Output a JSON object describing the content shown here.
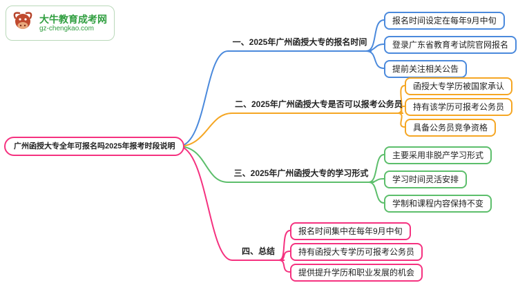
{
  "logo": {
    "title": "大牛教育成考网",
    "subtitle": "gz-chengkao.com",
    "brand_color": "#2f9e3f"
  },
  "root": {
    "label": "广州函授大专全年可报名吗2025年报考时段说明",
    "color": "#f5317f"
  },
  "branches": [
    {
      "label": "一、2025年广州函授大专的报名时间",
      "color": "#4a89dc",
      "children": [
        "报名时间设定在每年9月中旬",
        "登录广东省教育考试院官网报名",
        "提前关注相关公告"
      ]
    },
    {
      "label": "二、2025年广州函授大专是否可以报考公务员",
      "color": "#f5a623",
      "children": [
        "函授大专学历被国家承认",
        "持有该学历可报考公务员",
        "具备公务员竞争资格"
      ]
    },
    {
      "label": "三、2025年广州函授大专的学习形式",
      "color": "#5cbe6b",
      "children": [
        "主要采用非脱产学习形式",
        "学习时间灵活安排",
        "学制和课程内容保持不变"
      ]
    },
    {
      "label": "四、总结",
      "color": "#f5317f",
      "children": [
        "报名时间集中在每年9月中旬",
        "持有函授大专学历可报考公务员",
        "提供提升学历和职业发展的机会"
      ]
    }
  ]
}
